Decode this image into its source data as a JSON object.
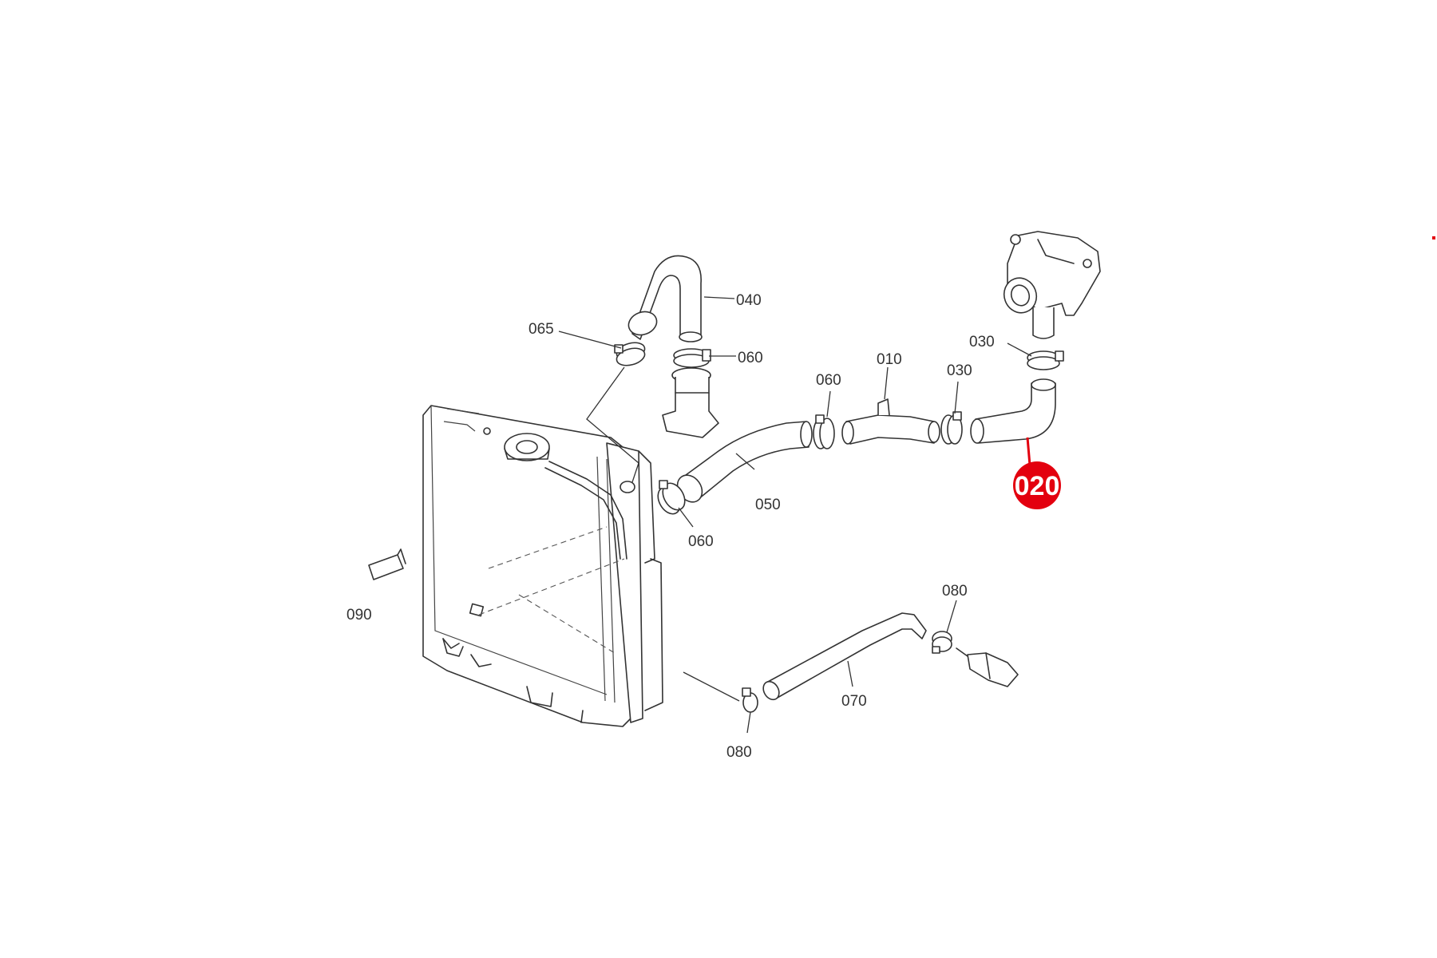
{
  "diagram": {
    "labels": {
      "p040": "040",
      "p065": "065",
      "p060_top": "060",
      "p060_mid": "060",
      "p010": "010",
      "p030_mid": "030",
      "p030_top": "030",
      "p050": "050",
      "p060_low": "060",
      "p090": "090",
      "p080_right": "080",
      "p070": "070",
      "p080_bottom": "080"
    },
    "highlight": {
      "label": "020",
      "color": "#e3000f"
    }
  }
}
